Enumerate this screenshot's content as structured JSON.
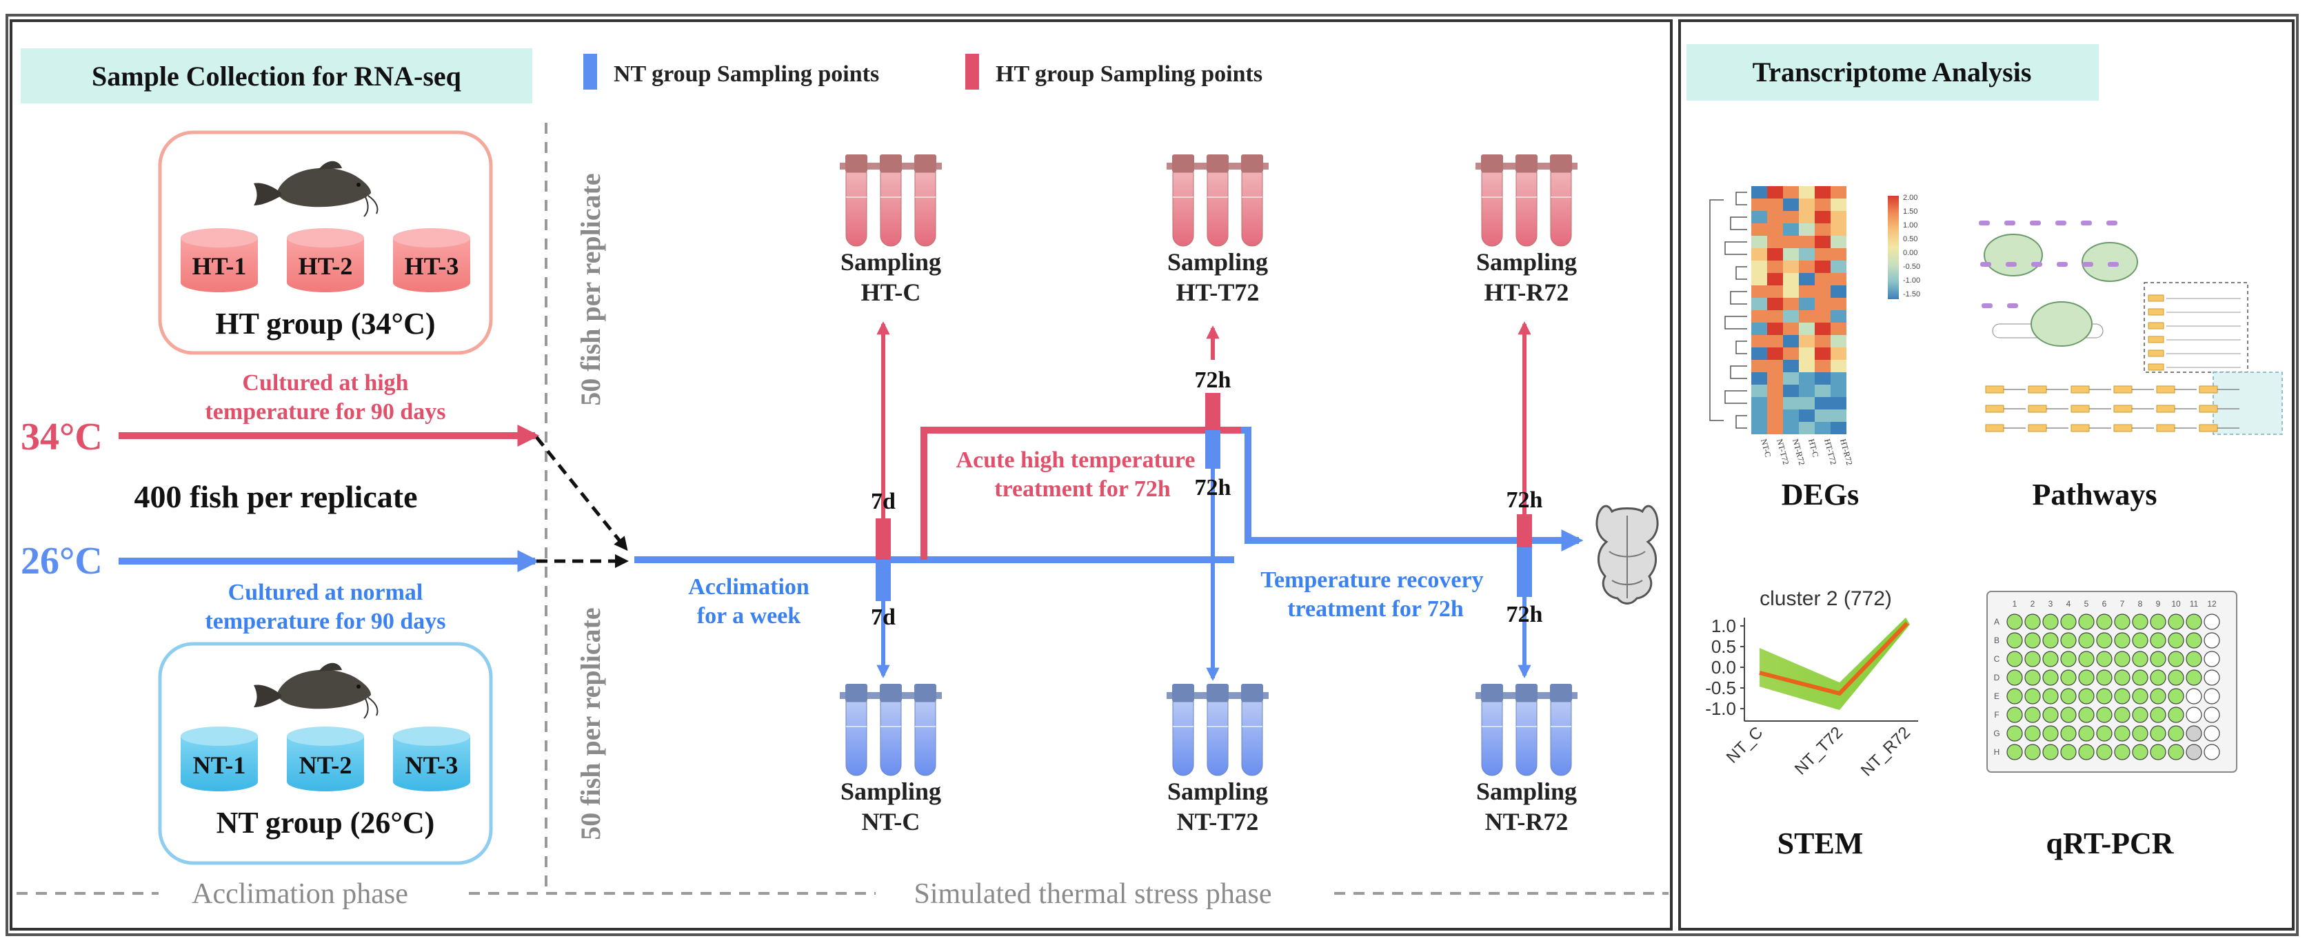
{
  "collection": {
    "title": "Sample Collection for RNA-seq",
    "legend_nt": "NT group Sampling points",
    "legend_ht": "HT group Sampling points"
  },
  "ht_group": {
    "label": "HT group (34°C)",
    "tanks": [
      "HT-1",
      "HT-2",
      "HT-3"
    ],
    "temp": "34°C",
    "culture_line1": "Cultured at high",
    "culture_line2": "temperature for 90 days"
  },
  "nt_group": {
    "label": "NT group (26°C)",
    "tanks": [
      "NT-1",
      "NT-2",
      "NT-3"
    ],
    "temp": "26°C",
    "culture_line1": "Cultured at normal",
    "culture_line2": "temperature for 90 days"
  },
  "fish_count": "400 fish per replicate",
  "fish_per_replicate": "50 fish per replicate",
  "acclimation": {
    "line1": "Acclimation",
    "line2": "for a week"
  },
  "acute": {
    "line1": "Acute high temperature",
    "line2": "treatment for 72h"
  },
  "recovery": {
    "line1": "Temperature recovery",
    "line2": "treatment for 72h"
  },
  "durations": {
    "d7": "7d",
    "h72": "72h"
  },
  "sampling": {
    "word": "Sampling",
    "ht": [
      "HT-C",
      "HT-T72",
      "HT-R72"
    ],
    "nt": [
      "NT-C",
      "NT-T72",
      "NT-R72"
    ]
  },
  "phases": {
    "acclimation": "Acclimation phase",
    "stress": "Simulated thermal stress phase"
  },
  "analysis": {
    "title": "Transcriptome Analysis",
    "items": [
      "DEGs",
      "Pathways",
      "STEM",
      "qRT-PCR"
    ],
    "heatmap_legend": [
      "2.00",
      "1.50",
      "1.00",
      "0.50",
      "0.00",
      "-0.50",
      "-1.00",
      "-1.50"
    ],
    "heatmap_cols": [
      "NT-C",
      "NT-T72",
      "NT-R72",
      "HT-C",
      "HT-T72",
      "HT-R72"
    ],
    "stem_title": "cluster 2 (772)",
    "stem_yticks": [
      "1.0",
      "0.5",
      "0.0",
      "-0.5",
      "-1.0"
    ],
    "stem_xticks": [
      "NT_C",
      "NT_T72",
      "NT_R72"
    ],
    "plate_cols": [
      "1",
      "2",
      "3",
      "4",
      "5",
      "6",
      "7",
      "8",
      "9",
      "10",
      "11",
      "12"
    ],
    "plate_rows": [
      "A",
      "B",
      "C",
      "D",
      "E",
      "F",
      "G",
      "H"
    ]
  },
  "colors": {
    "ht_red": "#e0506a",
    "nt_blue": "#5b8ef0",
    "box_ht": "#f4a79b",
    "box_nt": "#8fcdf0",
    "tank_ht": "#f78a8a",
    "tank_nt": "#5fc6ec",
    "title_bg": "#d2f2ee",
    "plate_green": "#9ee36b"
  }
}
